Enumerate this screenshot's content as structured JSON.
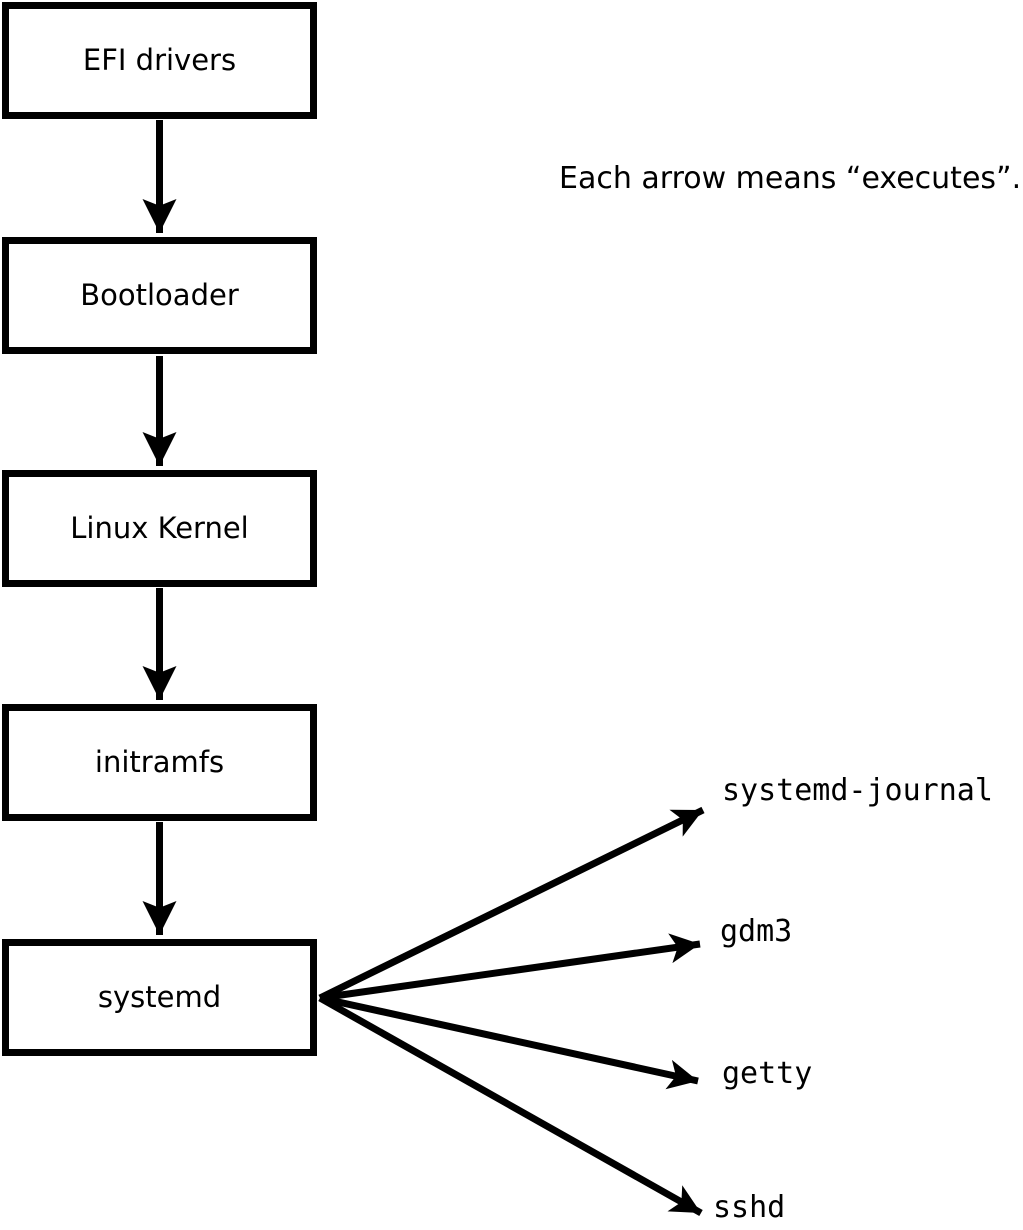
{
  "diagram": {
    "note": "Each arrow means “executes”.",
    "boxes": [
      {
        "label": "EFI drivers"
      },
      {
        "label": "Bootloader"
      },
      {
        "label": "Linux Kernel"
      },
      {
        "label": "initramfs"
      },
      {
        "label": "systemd"
      }
    ],
    "processes": [
      {
        "label": "systemd-journal"
      },
      {
        "label": "gdm3"
      },
      {
        "label": "getty"
      },
      {
        "label": "sshd"
      }
    ],
    "colors": {
      "line": "#000000",
      "background": "#ffffff",
      "box_fill": "#ffffff"
    }
  }
}
